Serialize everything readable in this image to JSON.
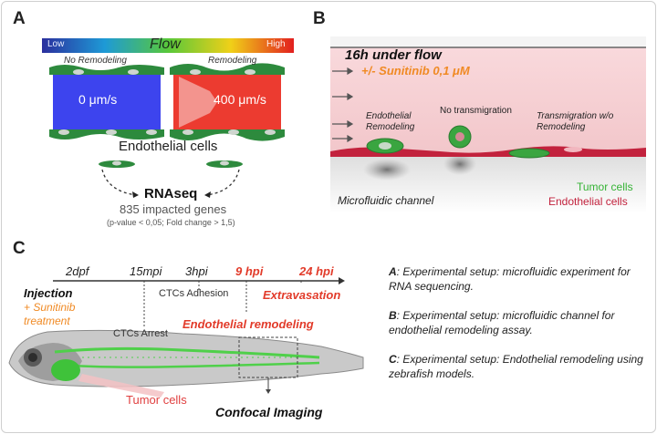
{
  "panel_a": {
    "letter": "A",
    "flow_bar": {
      "low": "Low",
      "title": "Flow",
      "high": "High"
    },
    "vessel_left": {
      "caption": "No Remodeling",
      "value": "0 μm/s",
      "color": "#3d44ee"
    },
    "vessel_right": {
      "caption": "Remodeling",
      "value": "400 μm/s",
      "color": "#ec3b30"
    },
    "endothelial_label": "Endothelial cells",
    "rnaseq_title": "RNAseq",
    "impacted_genes": "835 impacted genes",
    "criteria": "(p-value < 0,05; Fold change > 1,5)"
  },
  "panel_b": {
    "letter": "B",
    "title": "16h under flow",
    "subtitle": "+/- Sunitinib 0,1 μM",
    "label_endothelial_remodeling_1": "Endothelial",
    "label_endothelial_remodeling_2": "Remodeling",
    "label_no_transmigration": "No transmigration",
    "label_transmigration_1": "Transmigration w/o",
    "label_transmigration_2": "Remodeling",
    "label_channel": "Microfluidic channel",
    "legend_tumor": "Tumor cells",
    "legend_endothelial": "Endothelial cells",
    "colors": {
      "tumor": "#35b335",
      "endothelial": "#c2223d"
    }
  },
  "panel_c": {
    "letter": "C",
    "timeline": {
      "t1": "2dpf",
      "t2": "15mpi",
      "t3": "3hpi",
      "t4": "9 hpi",
      "t5": "24 hpi"
    },
    "injection": "Injection",
    "sunitinib_1": "+ Sunitinib",
    "sunitinib_2": "treatment",
    "ctcs_arrest": "CTCs Arrest",
    "ctcs_adhesion": "CTCs Adhesion",
    "extravasation": "Extravasation",
    "endothelial_remodeling": "Endothelial remodeling",
    "tumor_cells": "Tumor cells",
    "confocal_imaging": "Confocal Imaging"
  },
  "captions": {
    "a_label": "A",
    "a_text": ": Experimental setup: microfluidic experiment for RNA sequencing.",
    "b_label": "B",
    "b_text": ": Experimental setup: microfluidic channel for endothelial remodeling assay.",
    "c_label": "C",
    "c_text": ": Experimental setup: Endothelial remodeling using zebrafish models."
  }
}
